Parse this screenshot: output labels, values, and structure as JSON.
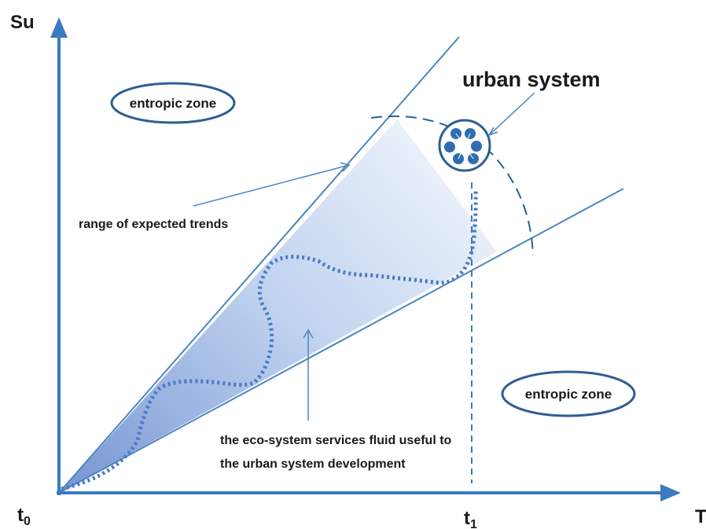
{
  "axes": {
    "y_label": "Su",
    "x_label": "T",
    "origin_label_main": "t",
    "origin_label_sub": "0",
    "t1_label_main": "t",
    "t1_label_sub": "1"
  },
  "zones": {
    "top_left": "entropic zone",
    "bottom_right": "entropic zone"
  },
  "labels": {
    "urban_system": "urban system",
    "range": "range of expected trends",
    "fluid_line1": "the eco-system services fluid useful  to",
    "fluid_line2": "the urban system development"
  },
  "colors": {
    "axis": "#3a7bbf",
    "line": "#4a86c0",
    "zone_border": "#2d5f93",
    "fill_dark": "#7f9fd6",
    "fill_light": "#eef3fb",
    "dots": "#4d79c4",
    "circle_fill": "#2e6db0"
  }
}
